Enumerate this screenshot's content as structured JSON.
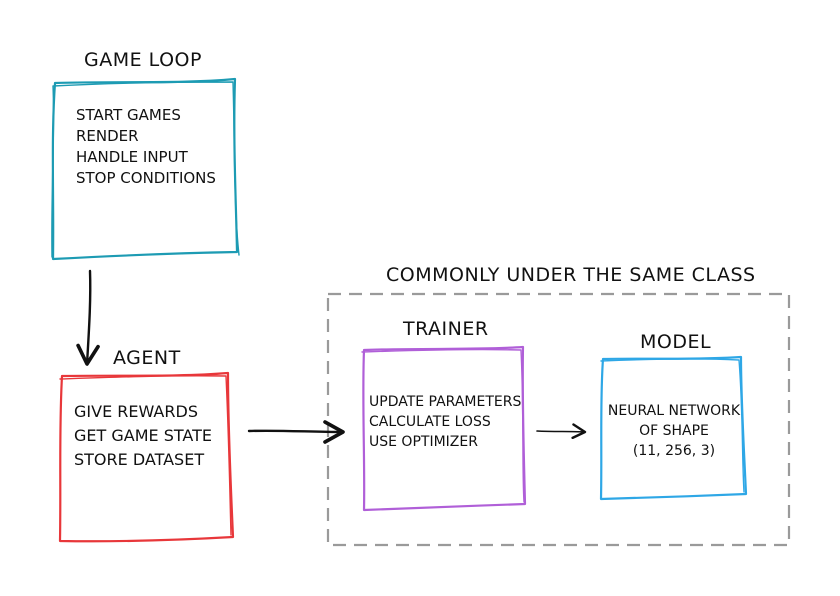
{
  "game_loop": {
    "title": "GAME LOOP",
    "items": [
      "START GAMES",
      "RENDER",
      "HANDLE INPUT",
      "STOP CONDITIONS"
    ],
    "border_color": "#1d9bb3"
  },
  "agent": {
    "title": "AGENT",
    "items": [
      "GIVE REWARDS",
      "GET GAME STATE",
      "STORE DATASET"
    ],
    "border_color": "#e8373a"
  },
  "group": {
    "title": "COMMONLY UNDER THE SAME CLASS",
    "border_color": "#9a9a9a"
  },
  "trainer": {
    "title": "TRAINER",
    "items": [
      "UPDATE PARAMETERS",
      "CALCULATE LOSS",
      "USE OPTIMIZER"
    ],
    "border_color": "#b05fd8"
  },
  "model": {
    "title": "MODEL",
    "items": [
      "NEURAL NETWORK",
      "OF SHAPE",
      "(11, 256, 3)"
    ],
    "border_color": "#2ea7e6"
  }
}
